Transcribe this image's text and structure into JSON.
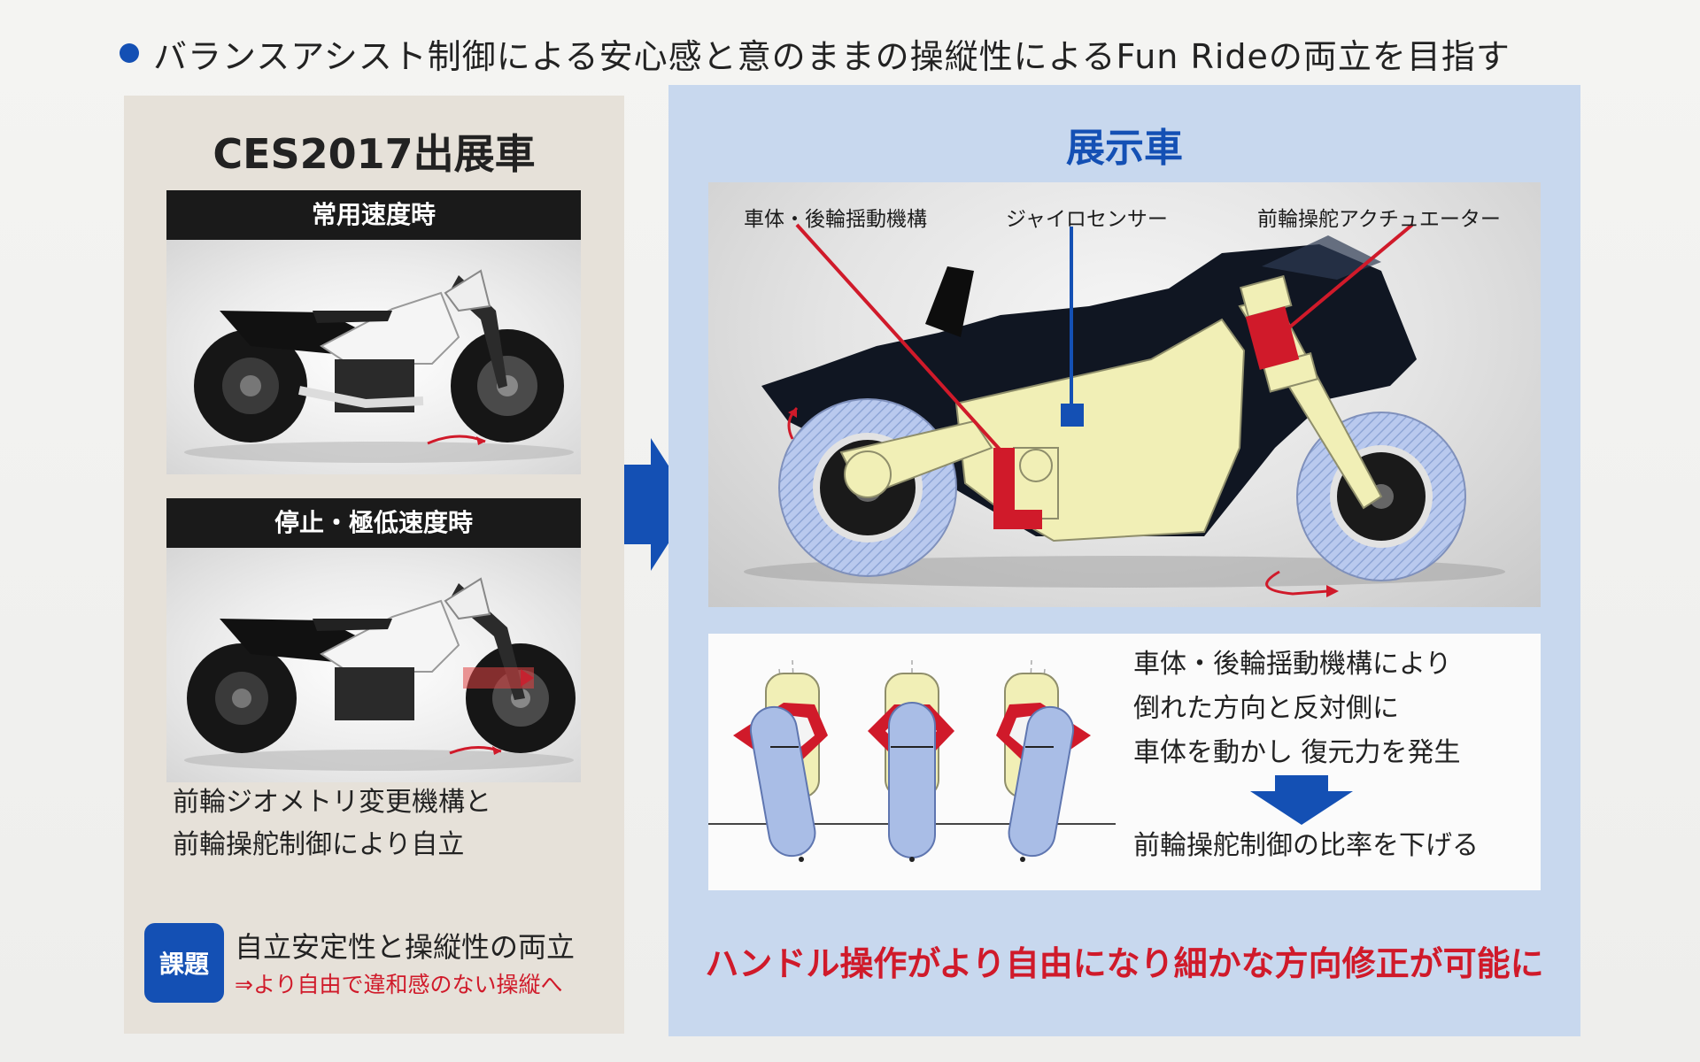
{
  "header": {
    "text": "バランスアシスト制御による安心感と意のままの操縦性によるFun Rideの両立を目指す"
  },
  "left": {
    "title": "CES2017出展車",
    "photo1_label": "常用速度時",
    "photo2_label": "停止・極低速度時",
    "caption_line1": "前輪ジオメトリ変更機構と",
    "caption_line2": "前輪操舵制御により自立",
    "issue_badge": "課題",
    "issue_main": "自立安定性と操縦性の両立",
    "issue_sub": "⇒より自由で違和感のない操縦へ"
  },
  "right": {
    "title": "展示車",
    "diagram_labels": {
      "swing": "車体・後輪揺動機構",
      "gyro": "ジャイロセンサー",
      "actuator": "前輪操舵アクチュエーター"
    },
    "explain_line1": "車体・後輪揺動機構により",
    "explain_line2": "倒れた方向と反対側に",
    "explain_line3": "車体を動かし 復元力を発生",
    "result": "前輪操舵制御の比率を下げる",
    "conclusion": "ハンドル操作がより自由になり細かな方向修正が可能に"
  },
  "colors": {
    "accent_blue": "#1450b4",
    "accent_red": "#d01a2a",
    "overlay_yellow": "#f1efb6",
    "wheel_blue": "#a9bde6"
  }
}
